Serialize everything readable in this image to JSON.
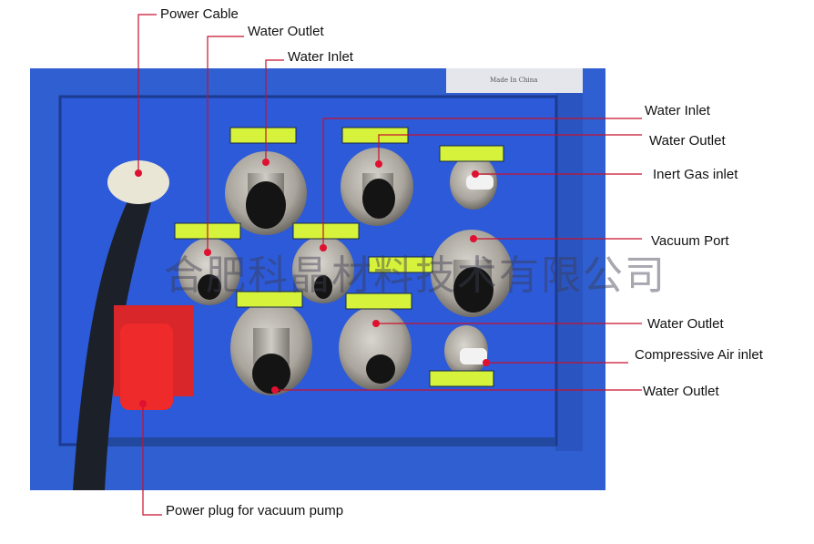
{
  "callouts": [
    {
      "label": "Power Cable"
    },
    {
      "label": "Water Outlet"
    },
    {
      "label": "Water Inlet"
    },
    {
      "label": "Water Inlet"
    },
    {
      "label": "Water Outlet"
    },
    {
      "label": "Inert Gas inlet"
    },
    {
      "label": "Vacuum Port"
    },
    {
      "label": "Water Outlet"
    },
    {
      "label": "Compressive Air inlet"
    },
    {
      "label": "Water Outlet"
    },
    {
      "label": "Power plug for vacuum pump"
    }
  ],
  "photo": {
    "nameplate_text": "Made In China",
    "watermark": "合肥科晶材料技术有限公司"
  },
  "colors": {
    "panel_blue": "#2f5fd0",
    "callout_red": "#c8102e",
    "label_yellow": "#d6f23a"
  }
}
